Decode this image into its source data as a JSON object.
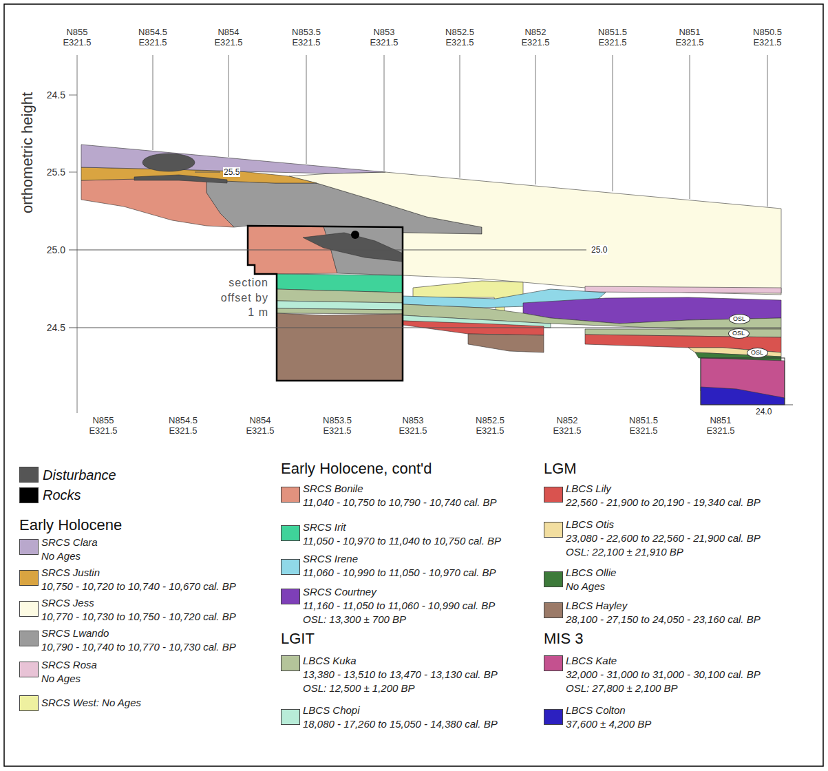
{
  "diagram": {
    "nodes": [
      {
        "text": [
          "OSL"
        ]
      },
      {
        "text": [
          "OSL"
        ]
      },
      {
        "text": [
          "OSL"
        ]
      }
    ],
    "labels": [
      "orthometric height",
      "24.5",
      "25.5",
      "25.0",
      "24.5",
      "25.5",
      "25.0",
      "24.0",
      "section offset by 1 m",
      "N855 E321.5",
      "N854.5 E321.5",
      "N854 E321.5",
      "N853.5 E321.5",
      "N853 E321.5",
      "N852.5 E321.5",
      "N852 E321.5",
      "N851.5 E321.5",
      "N851 E321.5",
      "N850.5 E321.5",
      "N855 E321.5",
      "N854.5 E321.5",
      "N854 E321.5",
      "N853.5 E321.5",
      "N853 E321.5",
      "N852.5 E321.5",
      "N852 E321.5",
      "N851.5 E321.5",
      "N851 E321.5",
      "Early Holocene",
      "No Ages",
      "10,750 - 10,720 to 10,740 - 10,670 cal. BP",
      "10,770 - 10,730 to 10,750 - 10,720 cal. BP",
      "10,790 - 10,740 to 10,770 - 10,730 cal. BP",
      "No Ages",
      "Early Holocene, cont'd",
      "11,040 - 10,750 to 10,790 - 10,740 cal. BP",
      "11,050 - 10,970 to 11,040 to 10,750 cal. BP",
      "11,060 - 10,990 to 11,050 - 10,970 cal. BP",
      "11,160 - 11,050 to 11,060 - 10,990 cal. BP",
      "OSL: 13,300 ± 700 BP",
      "LGIT",
      "13,380 - 13,510 to 13,470 - 13,130 cal. BP",
      "OSL: 12,500 ± 1,200 BP",
      "18,080 - 17,260 to 15,050 - 14,380 cal. BP",
      "LGM",
      "22,560 - 21,900 to 20,190 - 19,340 cal. BP",
      "23,080 - 22,600 to 22,560 - 21,900 cal. BP",
      "OSL: 22,100 ± 21,910 BP",
      "No Ages",
      "28,100 - 27,150 to 24,050 - 23,160 cal. BP",
      "MIS 3",
      "32,000 - 31,000 to 31,000 - 30,100 cal. BP",
      "OSL: 27,800 ± 2,100 BP",
      "37,600 ± 4,200 BP"
    ],
    "legend": [
      {
        "text": "Disturbance",
        "color": "#555555"
      },
      {
        "text": "Rocks",
        "color": "#000000"
      },
      {
        "text": "SRCS Clara",
        "color": "#b9a8cc"
      },
      {
        "text": "SRCS Justin",
        "color": "#d9a441"
      },
      {
        "text": "SRCS Jess",
        "color": "#fdfbe3"
      },
      {
        "text": "SRCS Lwando",
        "color": "#9b9b9b"
      },
      {
        "text": "SRCS Rosa",
        "color": "#e8c3d6"
      },
      {
        "text": "SRCS West: No Ages",
        "color": "#eef0a0"
      },
      {
        "text": "SRCS Bonile",
        "color": "#e2927e"
      },
      {
        "text": "SRCS Irit",
        "color": "#3fd39a"
      },
      {
        "text": "SRCS Irene",
        "color": "#90d8e8"
      },
      {
        "text": "SRCS Courtney",
        "color": "#7e3fb8"
      },
      {
        "text": "LBCS Kuka",
        "color": "#b4c49a"
      },
      {
        "text": "LBCS Chopi",
        "color": "#b8ecd8"
      },
      {
        "text": "LBCS Lily",
        "color": "#d9534f"
      },
      {
        "text": "LBCS Otis",
        "color": "#f2dea0"
      },
      {
        "text": "LBCS Ollie",
        "color": "#3d7a3a"
      },
      {
        "text": "LBCS Hayley",
        "color": "#9b7a68"
      },
      {
        "text": "LBCS Kate",
        "color": "#c4518f"
      },
      {
        "text": "LBCS Colton",
        "color": "#2c20c0"
      }
    ]
  }
}
